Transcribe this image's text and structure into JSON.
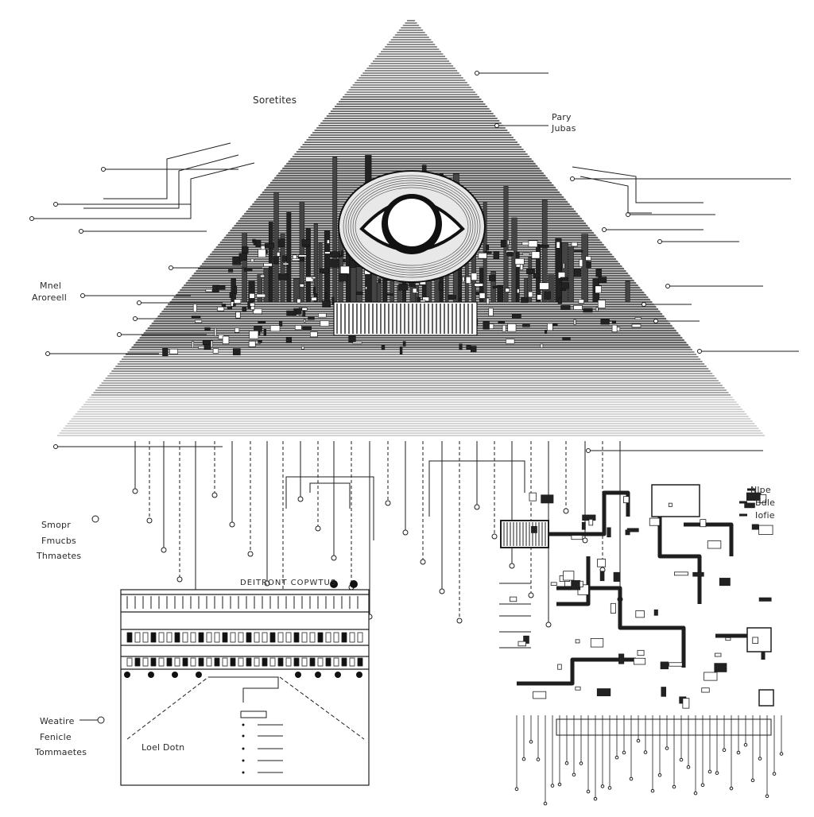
{
  "labels": {
    "top_center": "Soretites",
    "top_right_1": "Pary",
    "top_right_2": "Jubas",
    "mid_left_1": "Mnel",
    "mid_left_2": "Aroreell",
    "left_block": [
      "Smopr",
      "Fmucbs",
      "Thmaetes"
    ],
    "right_block": [
      "Nlpe",
      "Bdle",
      "Iofie"
    ],
    "bottom_left_block": [
      "Weatire",
      "Fenicle",
      "Tommaetes"
    ],
    "panel_header": "DEITRONT COPWTUS",
    "panel_footer": "Loel Dotn"
  },
  "colors": {
    "ink": "#1e1e1e",
    "paper": "#ffffff",
    "shade": "#555555",
    "light_ink": "#8a8a8a"
  }
}
